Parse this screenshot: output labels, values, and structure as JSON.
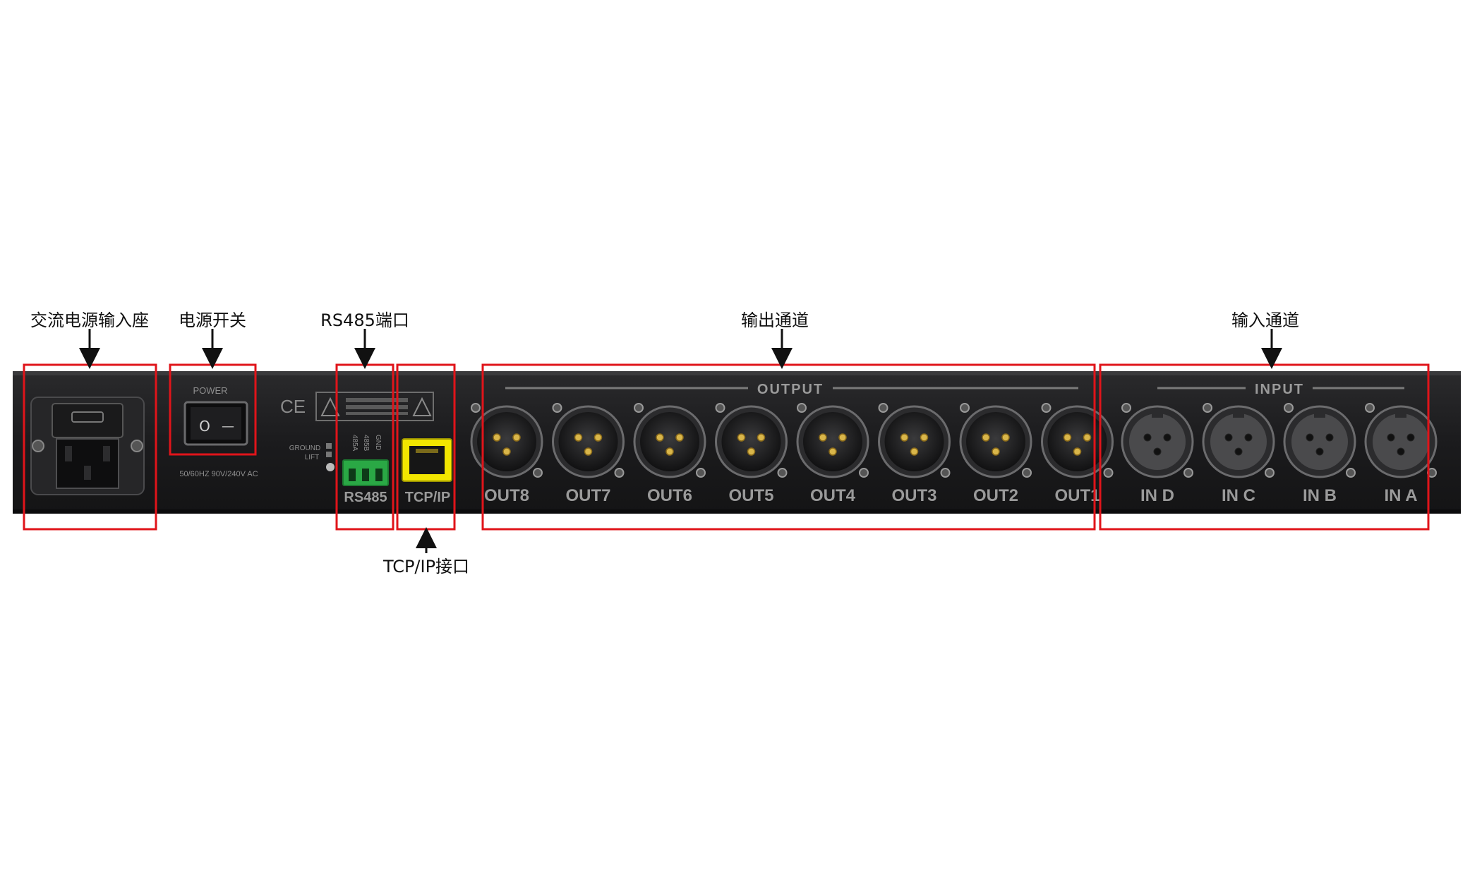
{
  "callouts": {
    "ac_input": "交流电源输入座",
    "power_switch": "电源开关",
    "rs485_port": "RS485端口",
    "output_channels": "输出通道",
    "input_channels": "输入通道",
    "tcpip_port": "TCP/IP接口"
  },
  "panel": {
    "power_label": "POWER",
    "switch_on": "O",
    "switch_off": "—",
    "voltage_label": "50/60HZ  90V/240V  AC",
    "ce_mark": "CE",
    "ground_lift_1": "GROUND",
    "ground_lift_2": "LIFT",
    "rs485_pins": [
      "485A",
      "485B",
      "GND"
    ],
    "rs485_label": "RS485",
    "tcpip_label": "TCP/IP",
    "output_header": "OUTPUT",
    "input_header": "INPUT",
    "outputs": [
      "OUT8",
      "OUT7",
      "OUT6",
      "OUT5",
      "OUT4",
      "OUT3",
      "OUT2",
      "OUT1"
    ],
    "inputs": [
      "IN D",
      "IN C",
      "IN B",
      "IN A"
    ]
  },
  "colors": {
    "annotation_box": "#e0141a",
    "panel": "#1c1c1e",
    "rs485_terminal": "#2aa845",
    "rj45_housing": "#f2e600"
  },
  "icons": {
    "hazard": "warning-triangle-icon",
    "arrow": "arrow-down-icon"
  }
}
